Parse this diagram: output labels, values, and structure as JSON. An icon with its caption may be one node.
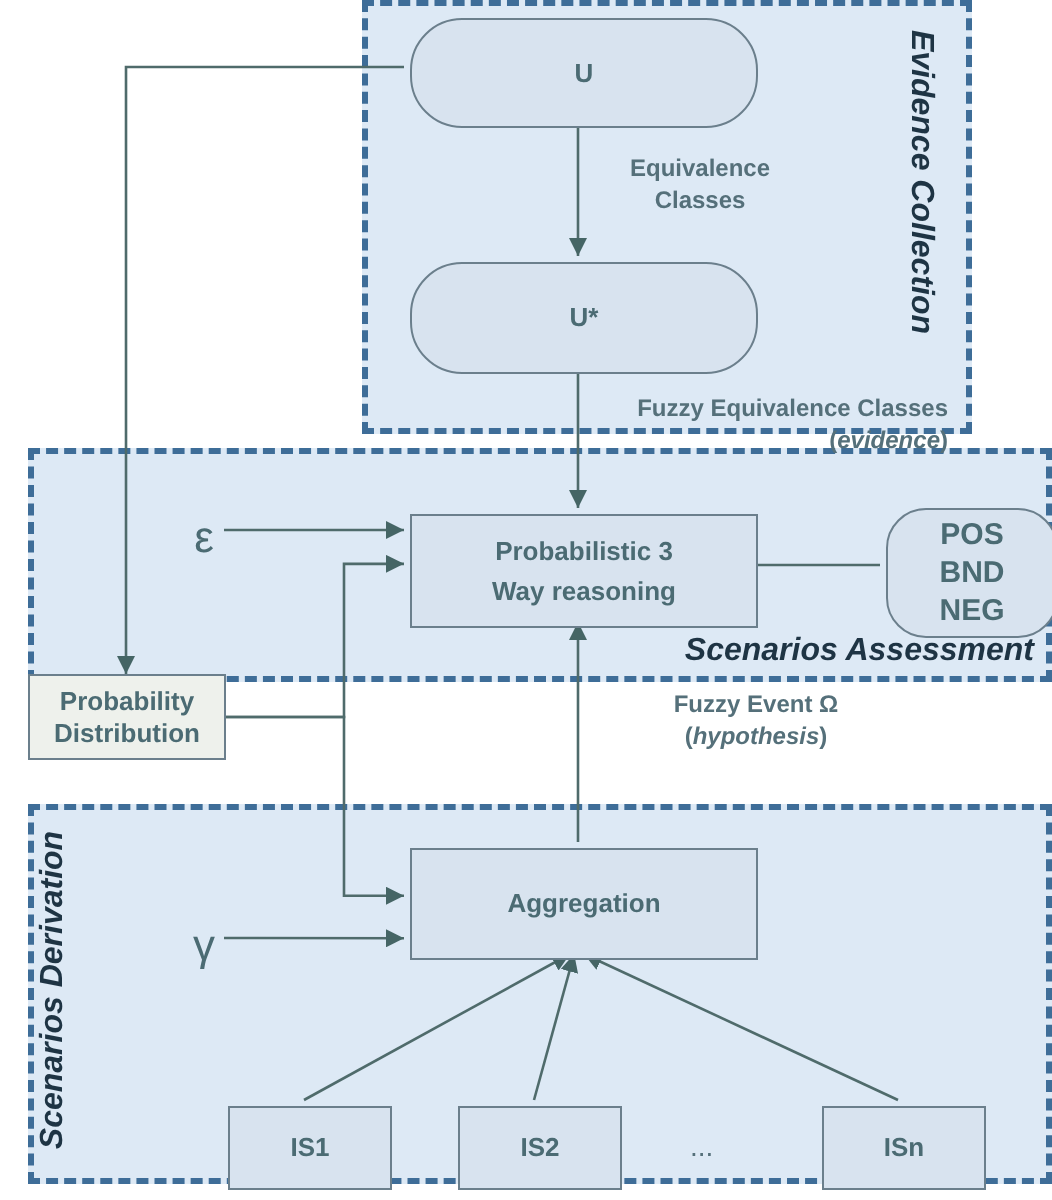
{
  "diagram": {
    "nodes": [
      {
        "text": [
          "Evidence Collection"
        ]
      },
      {
        "text": [
          "U"
        ],
        "in": 0
      },
      {
        "text": [
          "U*"
        ],
        "in": 0
      },
      {
        "text": [
          "Scenarios Assessment"
        ]
      },
      {
        "text": [
          "ε"
        ],
        "in": 3
      },
      {
        "text": [
          "Probabilistic 3 Way reasoning"
        ],
        "in": 3
      },
      {
        "text": [
          "POS",
          "BND",
          "NEG"
        ],
        "in": 3
      },
      {
        "text": [
          "Probability Distribution"
        ]
      },
      {
        "text": [
          "Scenarios Derivation"
        ]
      },
      {
        "text": [
          "Aggregation"
        ],
        "in": 8
      },
      {
        "text": [
          "γ"
        ],
        "in": 8
      },
      {
        "text": [
          "IS1"
        ],
        "in": 8
      },
      {
        "text": [
          "IS2"
        ],
        "in": 8
      },
      {
        "text": [
          "ISn"
        ],
        "in": 8
      }
    ],
    "edges": [
      {
        "from": 1,
        "to": 2,
        "arrow": "to",
        "label": "Equivalence Classes"
      },
      {
        "from": 2,
        "to": 5,
        "arrow": "to",
        "label": "Fuzzy Equivalence Classes (*evidence*)"
      },
      {
        "from": 1,
        "to": 7,
        "arrow": "to"
      },
      {
        "from": 4,
        "to": 5,
        "arrow": "to"
      },
      {
        "from": 7,
        "to": 5,
        "arrow": "to"
      },
      {
        "from": 7,
        "to": 9,
        "arrow": "to"
      },
      {
        "from": 5,
        "to": 6,
        "arrow": "none"
      },
      {
        "from": 10,
        "to": 9,
        "arrow": "to"
      },
      {
        "from": 9,
        "to": 5,
        "arrow": "to",
        "label": "Fuzzy Event Ω (*hypothesis*)"
      },
      {
        "from": 11,
        "to": 9,
        "arrow": "to"
      },
      {
        "from": 12,
        "to": 9,
        "arrow": "to"
      },
      {
        "from": 13,
        "to": 9,
        "arrow": "to"
      }
    ],
    "labels": [
      "..."
    ]
  }
}
